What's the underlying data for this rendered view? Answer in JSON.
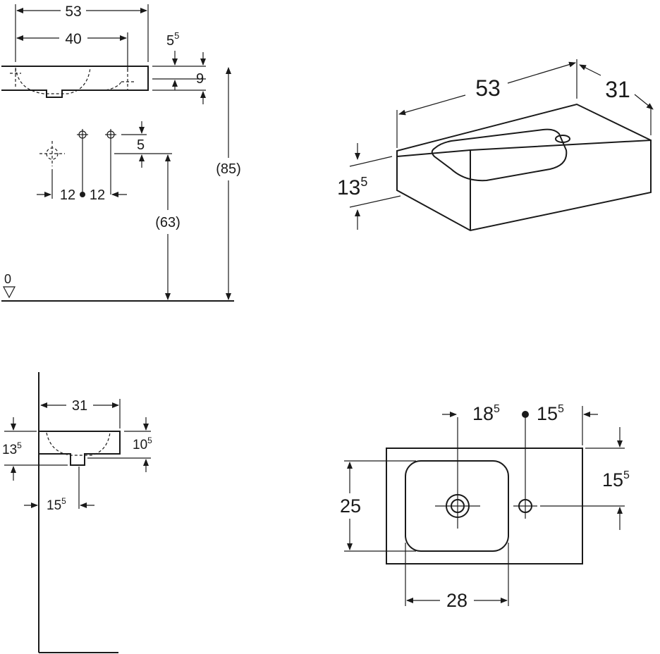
{
  "front_view": {
    "width_total": "53",
    "width_holes": "40",
    "top_offset_main": "5",
    "top_offset_sup": "5",
    "rim_height": "9",
    "hole_offset": "5",
    "hole_spacing_left": "12",
    "hole_spacing_right": "12",
    "floor_to_holes": "(63)",
    "floor_to_rim": "(85)",
    "floor_level": "0"
  },
  "iso_view": {
    "width": "53",
    "depth": "31",
    "height_main": "13",
    "height_sup": "5"
  },
  "side_view": {
    "depth": "31",
    "height_main": "13",
    "height_sup": "5",
    "inner_height_main": "10",
    "inner_height_sup": "5",
    "drain_offset_main": "15",
    "drain_offset_sup": "5"
  },
  "top_view": {
    "drain_from_left_main": "18",
    "drain_from_left_sup": "5",
    "tap_from_right_main": "15",
    "tap_from_right_sup": "5",
    "tap_from_top_main": "15",
    "tap_from_top_sup": "5",
    "bowl_depth": "25",
    "bowl_width": "28"
  }
}
